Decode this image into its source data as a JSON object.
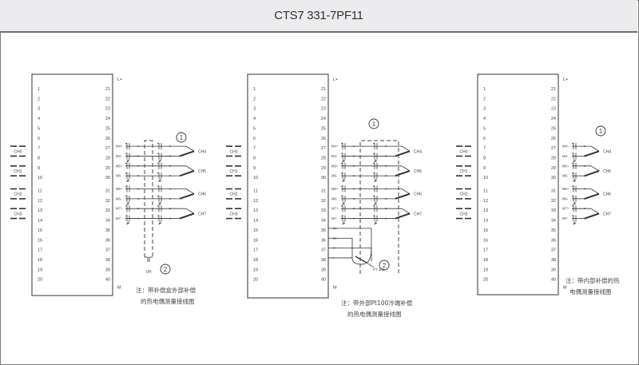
{
  "title": "CTS7 331-7PF11",
  "terminals": {
    "left": [
      "1",
      "2",
      "3",
      "4",
      "5",
      "6",
      "7",
      "8",
      "9",
      "10",
      "11",
      "12",
      "13",
      "14",
      "15",
      "16",
      "17",
      "18",
      "19",
      "20"
    ],
    "right": [
      "21",
      "22",
      "23",
      "24",
      "25",
      "26",
      "27",
      "28",
      "29",
      "30",
      "31",
      "32",
      "33",
      "34",
      "35",
      "36",
      "37",
      "38",
      "39",
      "40"
    ],
    "top_label": "L+",
    "bottom_label": "M"
  },
  "left_channels": [
    "CH0",
    "CH1",
    "CH2",
    "CH3"
  ],
  "right_channels": [
    {
      "name": "CH4",
      "plus": "M4+",
      "minus": "M4-"
    },
    {
      "name": "CH5",
      "plus": "M5+",
      "minus": "M5-"
    },
    {
      "name": "CH6",
      "plus": "M6+",
      "minus": "M6-"
    },
    {
      "name": "CH7",
      "plus": "M7+",
      "minus": "M7-"
    }
  ],
  "panels": [
    {
      "id": "external-box",
      "callout_1": "1",
      "callout_2": "2",
      "aux_label": "VH",
      "note_line1": "注：带补偿盒外部补偿",
      "note_line2": "的热电偶测量接线图"
    },
    {
      "id": "external-pt100",
      "callout_1": "1",
      "callout_2": "2",
      "aux_terminals": [
        {
          "terminal": "35",
          "label": "M+"
        },
        {
          "terminal": "36",
          "label": "M-"
        },
        {
          "terminal": "37",
          "label": "I+"
        },
        {
          "terminal": "38",
          "label": "I-"
        }
      ],
      "sensor_label": "PT 100",
      "note_line1": "注：带外部Pt100冷端补偿",
      "note_line2": "的热电偶测量接线图"
    },
    {
      "id": "internal",
      "callout_1": "1",
      "note_line1": "注：带内部补偿的热",
      "note_line2": "电偶测量接线图"
    }
  ]
}
